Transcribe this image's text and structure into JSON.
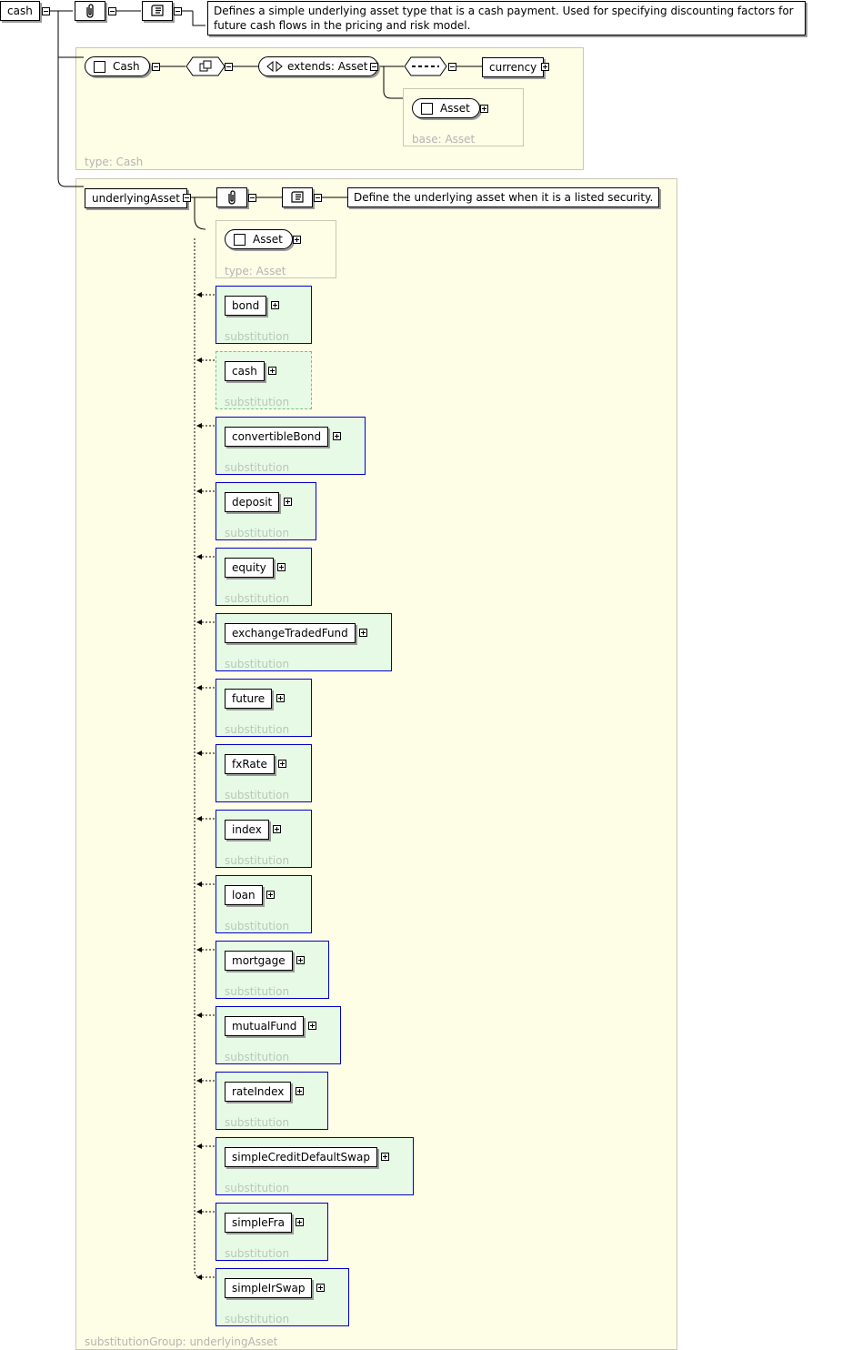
{
  "root": {
    "name": "cash",
    "doc": "Defines a simple underlying asset type that is a cash payment. Used for specifying discounting factors for future cash flows in the pricing and risk model."
  },
  "cash_type": {
    "panel_label": "type: Cash",
    "complex_type": "Cash",
    "extends": "extends: Asset",
    "child": "currency",
    "base_group": {
      "type": "Asset",
      "label": "base: Asset"
    }
  },
  "underlying": {
    "name": "underlyingAsset",
    "doc": "Define the underlying asset when it is a listed security.",
    "panel_label": "substitutionGroup: underlyingAsset",
    "type_group": {
      "type": "Asset",
      "label": "type: Asset"
    },
    "substitution_label": "substitution",
    "substitutions": [
      "bond",
      "cash",
      "convertibleBond",
      "deposit",
      "equity",
      "exchangeTradedFund",
      "future",
      "fxRate",
      "index",
      "loan",
      "mortgage",
      "mutualFund",
      "rateIndex",
      "simpleCreditDefaultSwap",
      "simpleFra",
      "simpleIrSwap"
    ]
  }
}
